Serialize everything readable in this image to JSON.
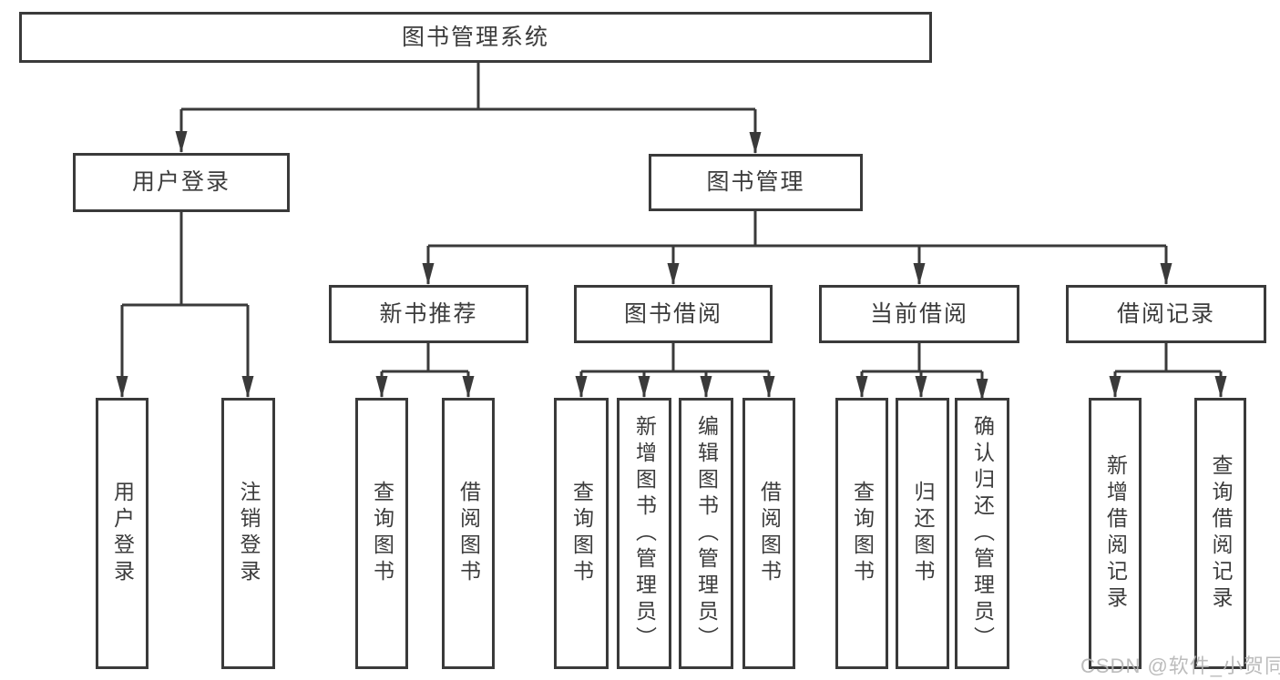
{
  "colors": {
    "background": "#ffffff",
    "line": "#3a3a3a",
    "box_border": "#3a3a3a",
    "box_fill": "#ffffff",
    "text": "#3c3c3c",
    "watermark": "#b5b5b5"
  },
  "watermark": {
    "text": "CSDN @软件_小贺同学"
  },
  "tree": {
    "root": {
      "label": "图书管理系统",
      "children": [
        {
          "label": "用户登录",
          "children": [
            {
              "label": "用户登录"
            },
            {
              "label": "注销登录"
            }
          ]
        },
        {
          "label": "图书管理",
          "children": [
            {
              "label": "新书推荐",
              "children": [
                {
                  "label": "查询图书"
                },
                {
                  "label": "借阅图书"
                }
              ]
            },
            {
              "label": "图书借阅",
              "children": [
                {
                  "label": "查询图书"
                },
                {
                  "label": "新增图书（管理员）"
                },
                {
                  "label": "编辑图书（管理员）"
                },
                {
                  "label": "借阅图书"
                }
              ]
            },
            {
              "label": "当前借阅",
              "children": [
                {
                  "label": "查询图书"
                },
                {
                  "label": "归还图书"
                },
                {
                  "label": "确认归还（管理员）"
                }
              ]
            },
            {
              "label": "借阅记录",
              "children": [
                {
                  "label": "新增借阅记录"
                },
                {
                  "label": "查询借阅记录"
                }
              ]
            }
          ]
        }
      ]
    }
  }
}
